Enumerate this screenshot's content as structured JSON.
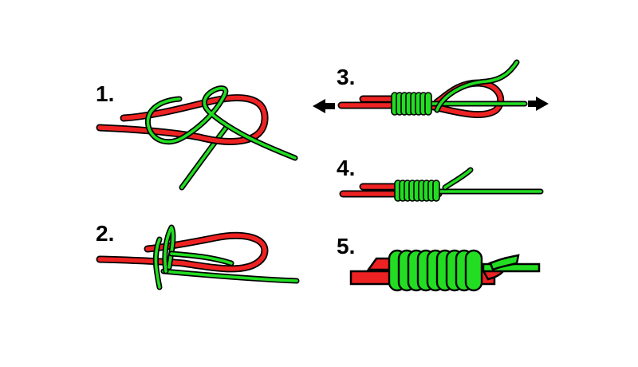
{
  "colors": {
    "line_a": "#ee2222",
    "line_b": "#22dd22",
    "outline": "#000000",
    "background": "#ffffff"
  },
  "steps": [
    {
      "label": "1."
    },
    {
      "label": "2."
    },
    {
      "label": "3."
    },
    {
      "label": "4."
    },
    {
      "label": "5."
    }
  ]
}
